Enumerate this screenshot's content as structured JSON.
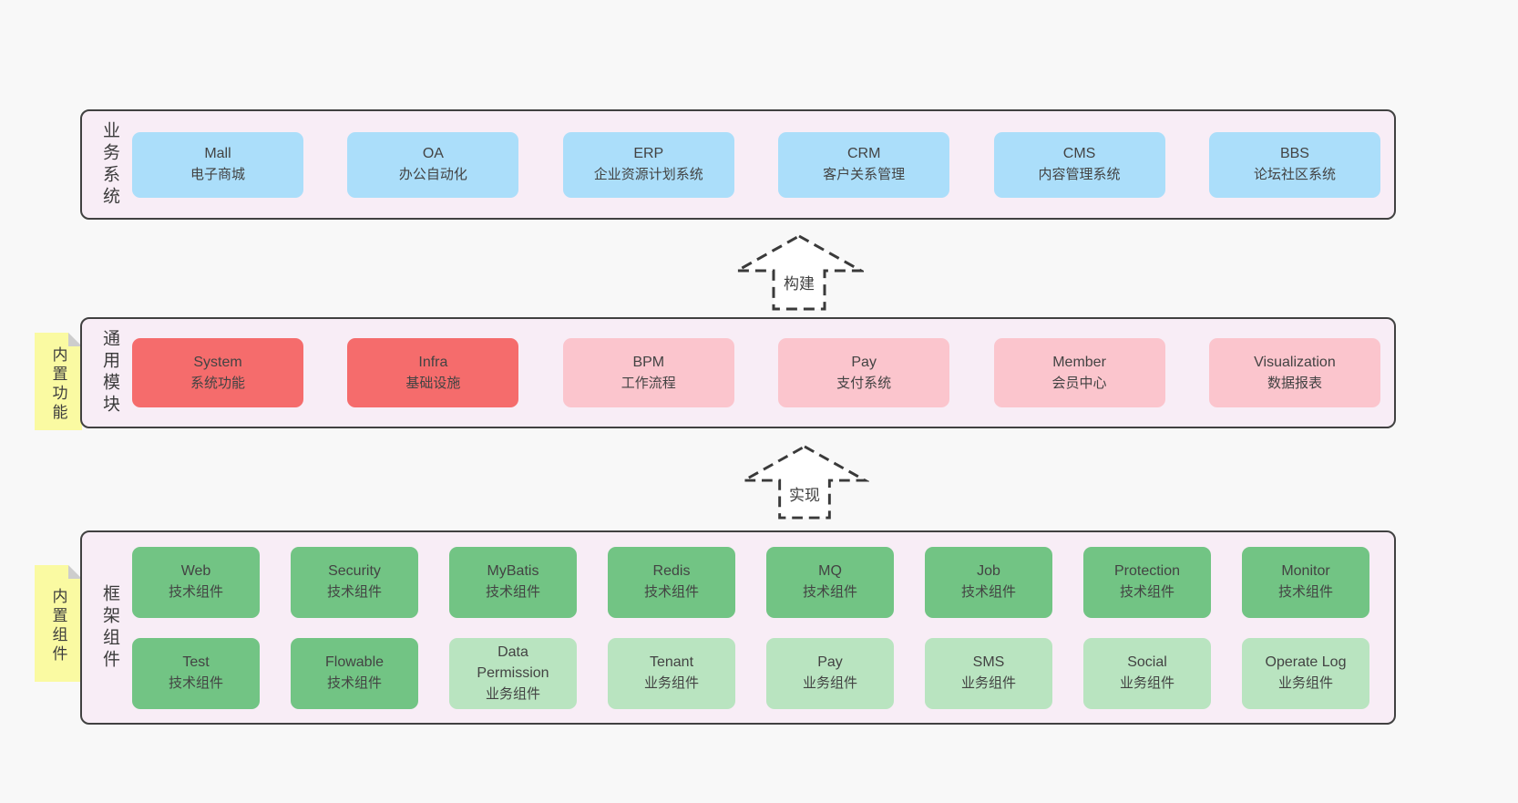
{
  "colors": {
    "page_bg": "#f8f8f8",
    "band_bg": "#f8edf6",
    "band_border": "#414141",
    "business_box": "#abdefa",
    "core_module_box": "#f56c6c",
    "module_box": "#fbc5cd",
    "tech_component_box": "#72c484",
    "biz_component_box": "#b9e4c0",
    "sticky_note": "#fafaa2"
  },
  "bands": [
    {
      "id": "business-systems",
      "label": "业务系统",
      "boxes": [
        {
          "title": "Mall",
          "subtitle": "电子商城",
          "variant": "blue"
        },
        {
          "title": "OA",
          "subtitle": "办公自动化",
          "variant": "blue"
        },
        {
          "title": "ERP",
          "subtitle": "企业资源计划系统",
          "variant": "blue"
        },
        {
          "title": "CRM",
          "subtitle": "客户关系管理",
          "variant": "blue"
        },
        {
          "title": "CMS",
          "subtitle": "内容管理系统",
          "variant": "blue"
        },
        {
          "title": "BBS",
          "subtitle": "论坛社区系统",
          "variant": "blue"
        }
      ]
    },
    {
      "id": "common-modules",
      "label": "通用模块",
      "sticky": "内置功能",
      "boxes": [
        {
          "title": "System",
          "subtitle": "系统功能",
          "variant": "red"
        },
        {
          "title": "Infra",
          "subtitle": "基础设施",
          "variant": "red"
        },
        {
          "title": "BPM",
          "subtitle": "工作流程",
          "variant": "pink"
        },
        {
          "title": "Pay",
          "subtitle": "支付系统",
          "variant": "pink"
        },
        {
          "title": "Member",
          "subtitle": "会员中心",
          "variant": "pink"
        },
        {
          "title": "Visualization",
          "subtitle": "数据报表",
          "variant": "pink"
        }
      ]
    },
    {
      "id": "framework-components",
      "label": "框架组件",
      "sticky": "内置组件",
      "rows": [
        [
          {
            "title": "Web",
            "subtitle": "技术组件",
            "variant": "green"
          },
          {
            "title": "Security",
            "subtitle": "技术组件",
            "variant": "green"
          },
          {
            "title": "MyBatis",
            "subtitle": "技术组件",
            "variant": "green"
          },
          {
            "title": "Redis",
            "subtitle": "技术组件",
            "variant": "green"
          },
          {
            "title": "MQ",
            "subtitle": "技术组件",
            "variant": "green"
          },
          {
            "title": "Job",
            "subtitle": "技术组件",
            "variant": "green"
          },
          {
            "title": "Protection",
            "subtitle": "技术组件",
            "variant": "green"
          },
          {
            "title": "Monitor",
            "subtitle": "技术组件",
            "variant": "green"
          }
        ],
        [
          {
            "title": "Test",
            "subtitle": "技术组件",
            "variant": "green"
          },
          {
            "title": "Flowable",
            "subtitle": "技术组件",
            "variant": "green"
          },
          {
            "title": "Data Permission",
            "subtitle": "业务组件",
            "variant": "lightgreen"
          },
          {
            "title": "Tenant",
            "subtitle": "业务组件",
            "variant": "lightgreen"
          },
          {
            "title": "Pay",
            "subtitle": "业务组件",
            "variant": "lightgreen"
          },
          {
            "title": "SMS",
            "subtitle": "业务组件",
            "variant": "lightgreen"
          },
          {
            "title": "Social",
            "subtitle": "业务组件",
            "variant": "lightgreen"
          },
          {
            "title": "Operate Log",
            "subtitle": "业务组件",
            "variant": "lightgreen"
          }
        ]
      ]
    }
  ],
  "arrows": [
    {
      "label": "构建"
    },
    {
      "label": "实现"
    }
  ]
}
